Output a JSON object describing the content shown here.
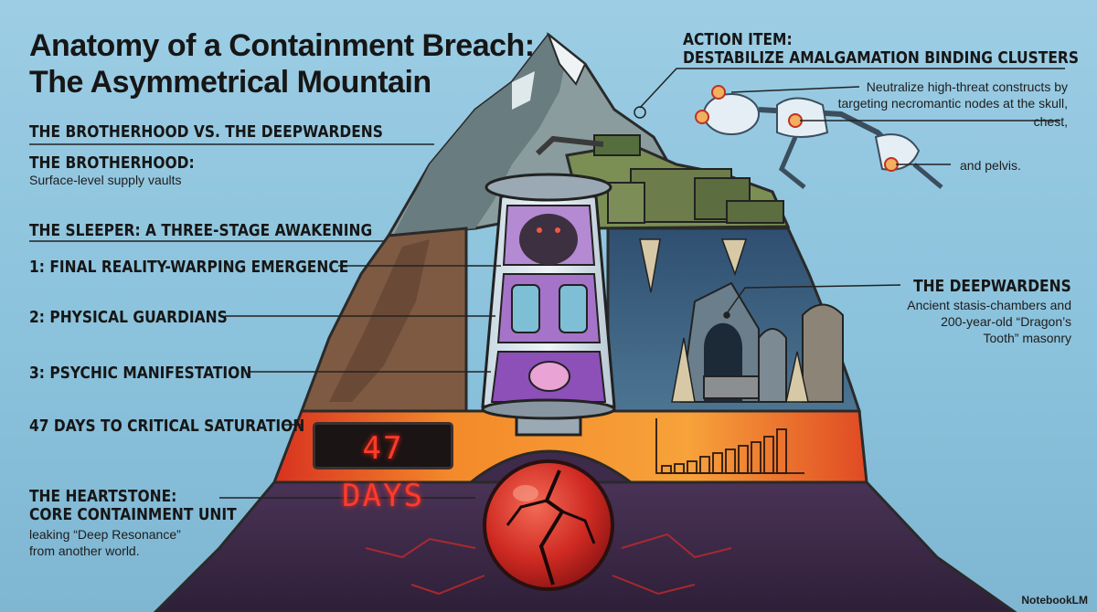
{
  "title": {
    "line1": "Anatomy of a Containment Breach:",
    "line2": "The Asymmetrical Mountain"
  },
  "factions_heading": "THE BROTHERHOOD VS. THE DEEPWARDENS",
  "brotherhood": {
    "heading": "THE BROTHERHOOD:",
    "text": "Surface-level supply vaults"
  },
  "sleeper": {
    "heading": "THE SLEEPER: A THREE-STAGE AWAKENING",
    "stages": [
      "1: FINAL REALITY-WARPING EMERGENCE",
      "2: PHYSICAL GUARDIANS",
      "3: PSYCHIC MANIFESTATION"
    ]
  },
  "saturation": {
    "label": "47 DAYS TO CRITICAL SATURATION",
    "display": "47 DAYS"
  },
  "heartstone": {
    "line1": "THE HEARTSTONE:",
    "line2": "CORE CONTAINMENT UNIT",
    "text1": "leaking “Deep Resonance”",
    "text2": "from another world."
  },
  "action_item": {
    "line1": "ACTION ITEM:",
    "line2": "DESTABILIZE AMALGAMATION BINDING CLUSTERS",
    "text1": "Neutralize high-threat constructs by",
    "text2": "targeting necromantic nodes at the skull,",
    "text3": "chest,",
    "text4": "and pelvis."
  },
  "deepwardens": {
    "heading": "THE DEEPWARDENS",
    "text1": "Ancient stasis-chambers and",
    "text2": "200-year-old “Dragon’s",
    "text3": "Tooth” masonry"
  },
  "watermark": "NotebookLM",
  "colors": {
    "sky": "#8fc3dd",
    "rock": "#7a8c8c",
    "earth": "#7b5a44",
    "cave": "#3c5f80",
    "saturation_band": "#f07a2a",
    "core": "#3b2747",
    "heartstone": "#d8332a",
    "vat_liquid": "#8e55b8",
    "counter_text": "#ff3b2a"
  }
}
